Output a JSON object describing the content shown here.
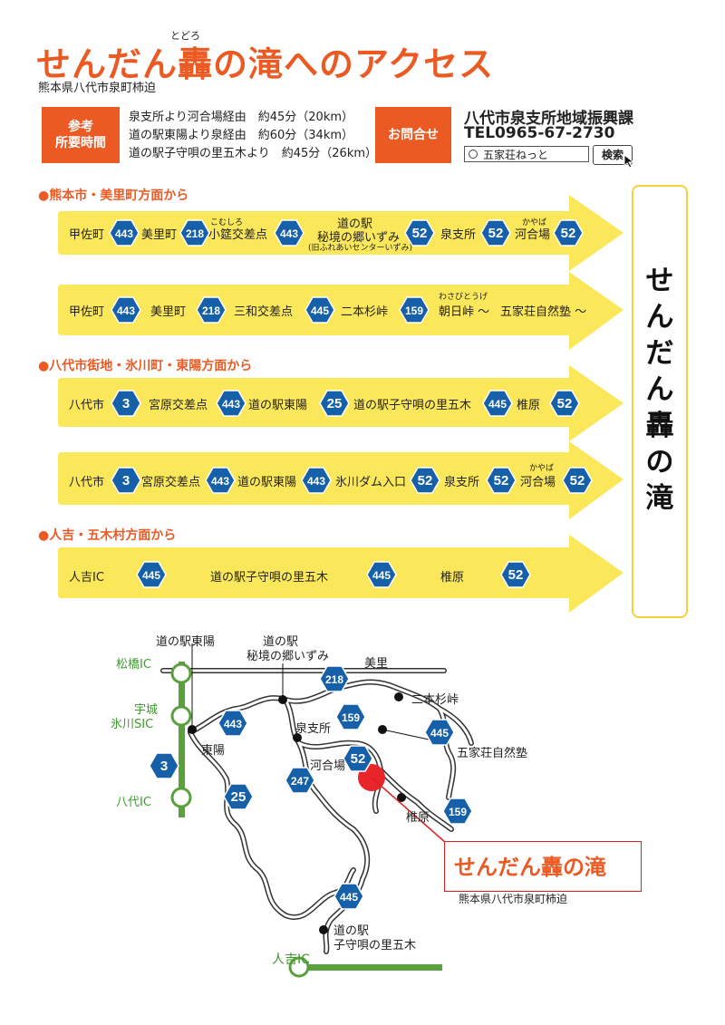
{
  "header": {
    "title": "せんだん轟の滝へのアクセス",
    "title_ruby": "とどろ",
    "address": "熊本県八代市泉町柿迫"
  },
  "travel_time": {
    "tag": [
      "参考",
      "所要時間"
    ],
    "lines": [
      "泉支所より河合場経由　約45分（20km）",
      "道の駅東陽より泉経由　約60分（34km）",
      "道の駅子守唄の里五木より　約45分（26km）"
    ]
  },
  "inquiry": {
    "tag": "お問合せ",
    "dept": "八代市泉支所地域振興課",
    "tel": "TEL0965-67-2730",
    "search_value": "五家荘ねっと",
    "search_button": "検索"
  },
  "sections": [
    {
      "heading": "●熊本市・美里町方面から"
    },
    {
      "heading": "●八代市街地・氷川町・東陽方面から"
    },
    {
      "heading": "●人吉・五木村方面から"
    }
  ],
  "routes": [
    {
      "texts": [
        "甲佐町",
        "美里町",
        "小筵交差点",
        "道の駅",
        "秘境の郷いずみ",
        "(旧ふれあいセンターいずみ)",
        "泉支所",
        "河合場"
      ],
      "rubies": [
        "こむしろ",
        "かやば"
      ],
      "shields": [
        "443",
        "218",
        "443",
        "52",
        "52",
        "52"
      ]
    },
    {
      "texts": [
        "甲佐町",
        "美里町",
        "三和交差点",
        "二本杉峠",
        "朝日峠 〜",
        "五家荘自然塾 〜"
      ],
      "rubies": [
        "わさびとうげ"
      ],
      "shields": [
        "443",
        "218",
        "445",
        "159"
      ]
    },
    {
      "texts": [
        "八代市",
        "宮原交差点",
        "道の駅東陽",
        "道の駅子守唄の里五木",
        "椎原"
      ],
      "shields": [
        "3",
        "443",
        "25",
        "445",
        "52"
      ]
    },
    {
      "texts": [
        "八代市",
        "宮原交差点",
        "道の駅東陽",
        "氷川ダム入口",
        "泉支所",
        "河合場"
      ],
      "rubies": [
        "かやば"
      ],
      "shields": [
        "3",
        "443",
        "443",
        "52",
        "52",
        "52"
      ]
    },
    {
      "texts": [
        "人吉IC",
        "道の駅子守唄の里五木",
        "椎原"
      ],
      "shields": [
        "445",
        "445",
        "52"
      ]
    }
  ],
  "destination": "せんだん轟の滝",
  "map": {
    "labels": [
      "道の駅東陽",
      "道の駅",
      "秘境の郷いずみ",
      "美里",
      "二本杉峠",
      "泉支所",
      "五家荘自然塾",
      "河合場",
      "東陽",
      "椎原",
      "道の駅",
      "子守唄の里五木"
    ],
    "ic_labels": [
      "松橋IC",
      "宇城",
      "氷川SIC",
      "八代IC",
      "人吉IC"
    ],
    "shields": [
      "218",
      "443",
      "159",
      "445",
      "52",
      "247",
      "3",
      "25",
      "159",
      "445"
    ],
    "callout_title": "せんだん轟の滝",
    "callout_address": "熊本県八代市泉町柿迫"
  },
  "colors": {
    "accent": "#ec5a24",
    "arrow": "#fbe75a",
    "shield": "#1560a8",
    "green": "#5aa03c",
    "falls": "#e8262a"
  }
}
